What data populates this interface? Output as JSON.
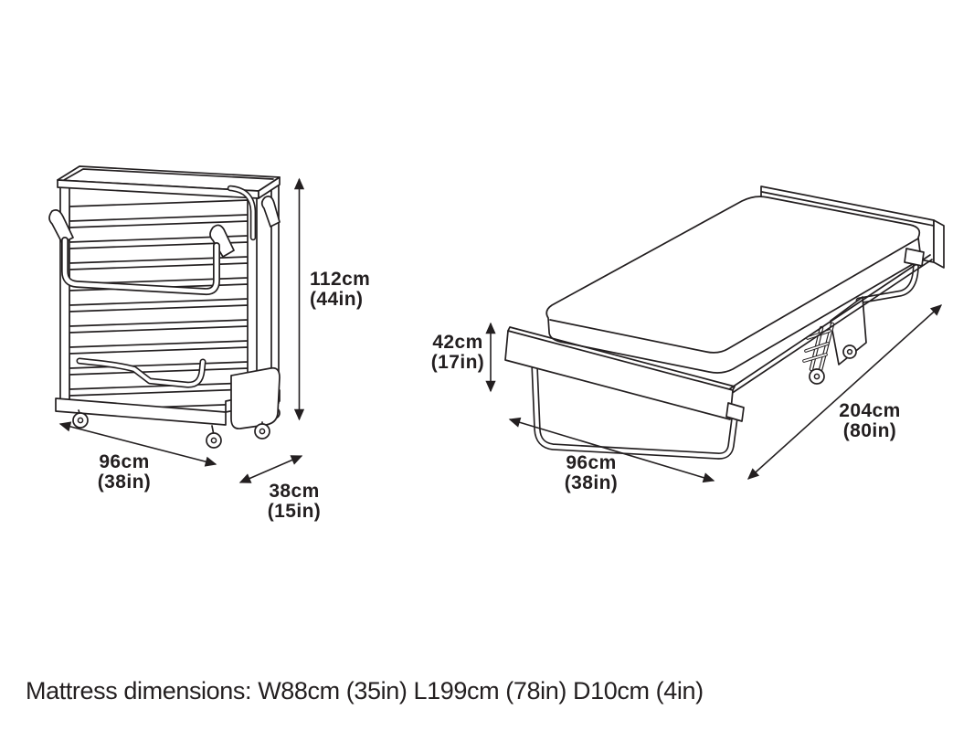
{
  "page": {
    "background_color": "#ffffff",
    "line_color": "#231f20"
  },
  "folded_view": {
    "height_label": {
      "cm": "112cm",
      "in": "(44in)"
    },
    "width_label": {
      "cm": "96cm",
      "in": "(38in)"
    },
    "depth_label": {
      "cm": "38cm",
      "in": "(15in)"
    }
  },
  "open_view": {
    "height_label": {
      "cm": "42cm",
      "in": "(17in)"
    },
    "width_label": {
      "cm": "96cm",
      "in": "(38in)"
    },
    "length_label": {
      "cm": "204cm",
      "in": "(80in)"
    }
  },
  "footnote": "Mattress dimensions: W88cm (35in) L199cm (78in) D10cm (4in)"
}
